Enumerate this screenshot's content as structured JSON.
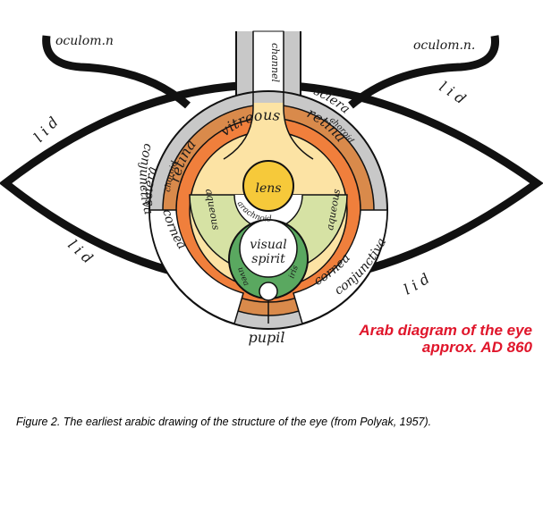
{
  "diagram": {
    "labels": {
      "oculom_left": "oculom.n",
      "oculom_right": "oculom.n.",
      "lid_top_left": "l i d",
      "lid_top_right": "l i d",
      "lid_bottom_left": "l i d",
      "lid_bottom_right": "l i d",
      "conjunctiva_left": "conjunctiva",
      "conjunctiva_right": "conjunctiva",
      "sclera_left": "sclera",
      "sclera_right": "sclera",
      "choroid_left": "choroid",
      "choroid_right": "choroid",
      "retina_left": "retina",
      "retina_right": "retina",
      "channel": "channel",
      "vitreous": "vitreous",
      "lens": "lens",
      "arachnoid": "arachnoid",
      "aqueous_left": "aqueous",
      "aqueous_right": "aqueous",
      "cornea_left": "cornea",
      "cornea_right": "cornea",
      "visual_spirit_1": "visual",
      "visual_spirit_2": "spirit",
      "uvea": "uvea",
      "iris": "iris",
      "pupil": "pupil"
    },
    "colors": {
      "outline": "#111111",
      "sclera": "#c8c8c8",
      "choroid": "#d98a4b",
      "retina": "#f07f3c",
      "vitreous": "#fce3a4",
      "lens": "#f6c93a",
      "aqueous": "#d6e2a4",
      "uvea": "#5aa860",
      "cornea": "#ffffff"
    }
  },
  "caption": {
    "title_line1": "Arab diagram of the eye",
    "title_line2": "approx. AD 860",
    "figure": "Figure 2. The earliest arabic drawing of the structure of the eye (from Polyak, 1957)."
  }
}
